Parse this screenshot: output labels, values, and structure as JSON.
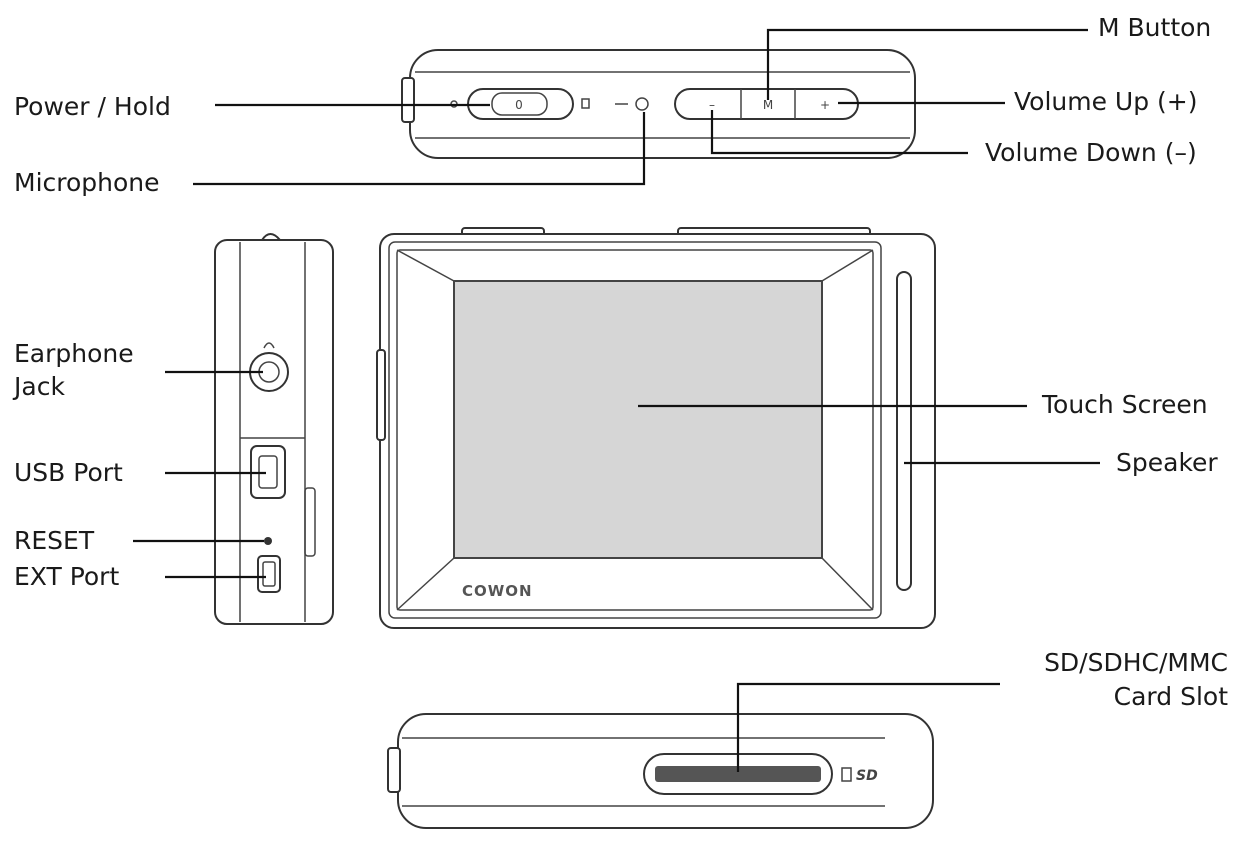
{
  "labels": {
    "m_button": "M Button",
    "power_hold": "Power / Hold",
    "volume_up": "Volume Up (+)",
    "volume_down": "Volume Down (–)",
    "microphone": "Microphone",
    "earphone_jack_1": "Earphone",
    "earphone_jack_2": "Jack",
    "touch_screen": "Touch Screen",
    "speaker": "Speaker",
    "usb_port": "USB Port",
    "reset": "RESET",
    "ext_port": "EXT Port",
    "card_slot_1": "SD/SDHC/MMC",
    "card_slot_2": "Card Slot"
  },
  "device": {
    "brand": "COWON",
    "sd_logo": "SD",
    "power_switch_glyph": "0",
    "m_glyph": "M",
    "minus_glyph": "–",
    "plus_glyph": "+"
  }
}
